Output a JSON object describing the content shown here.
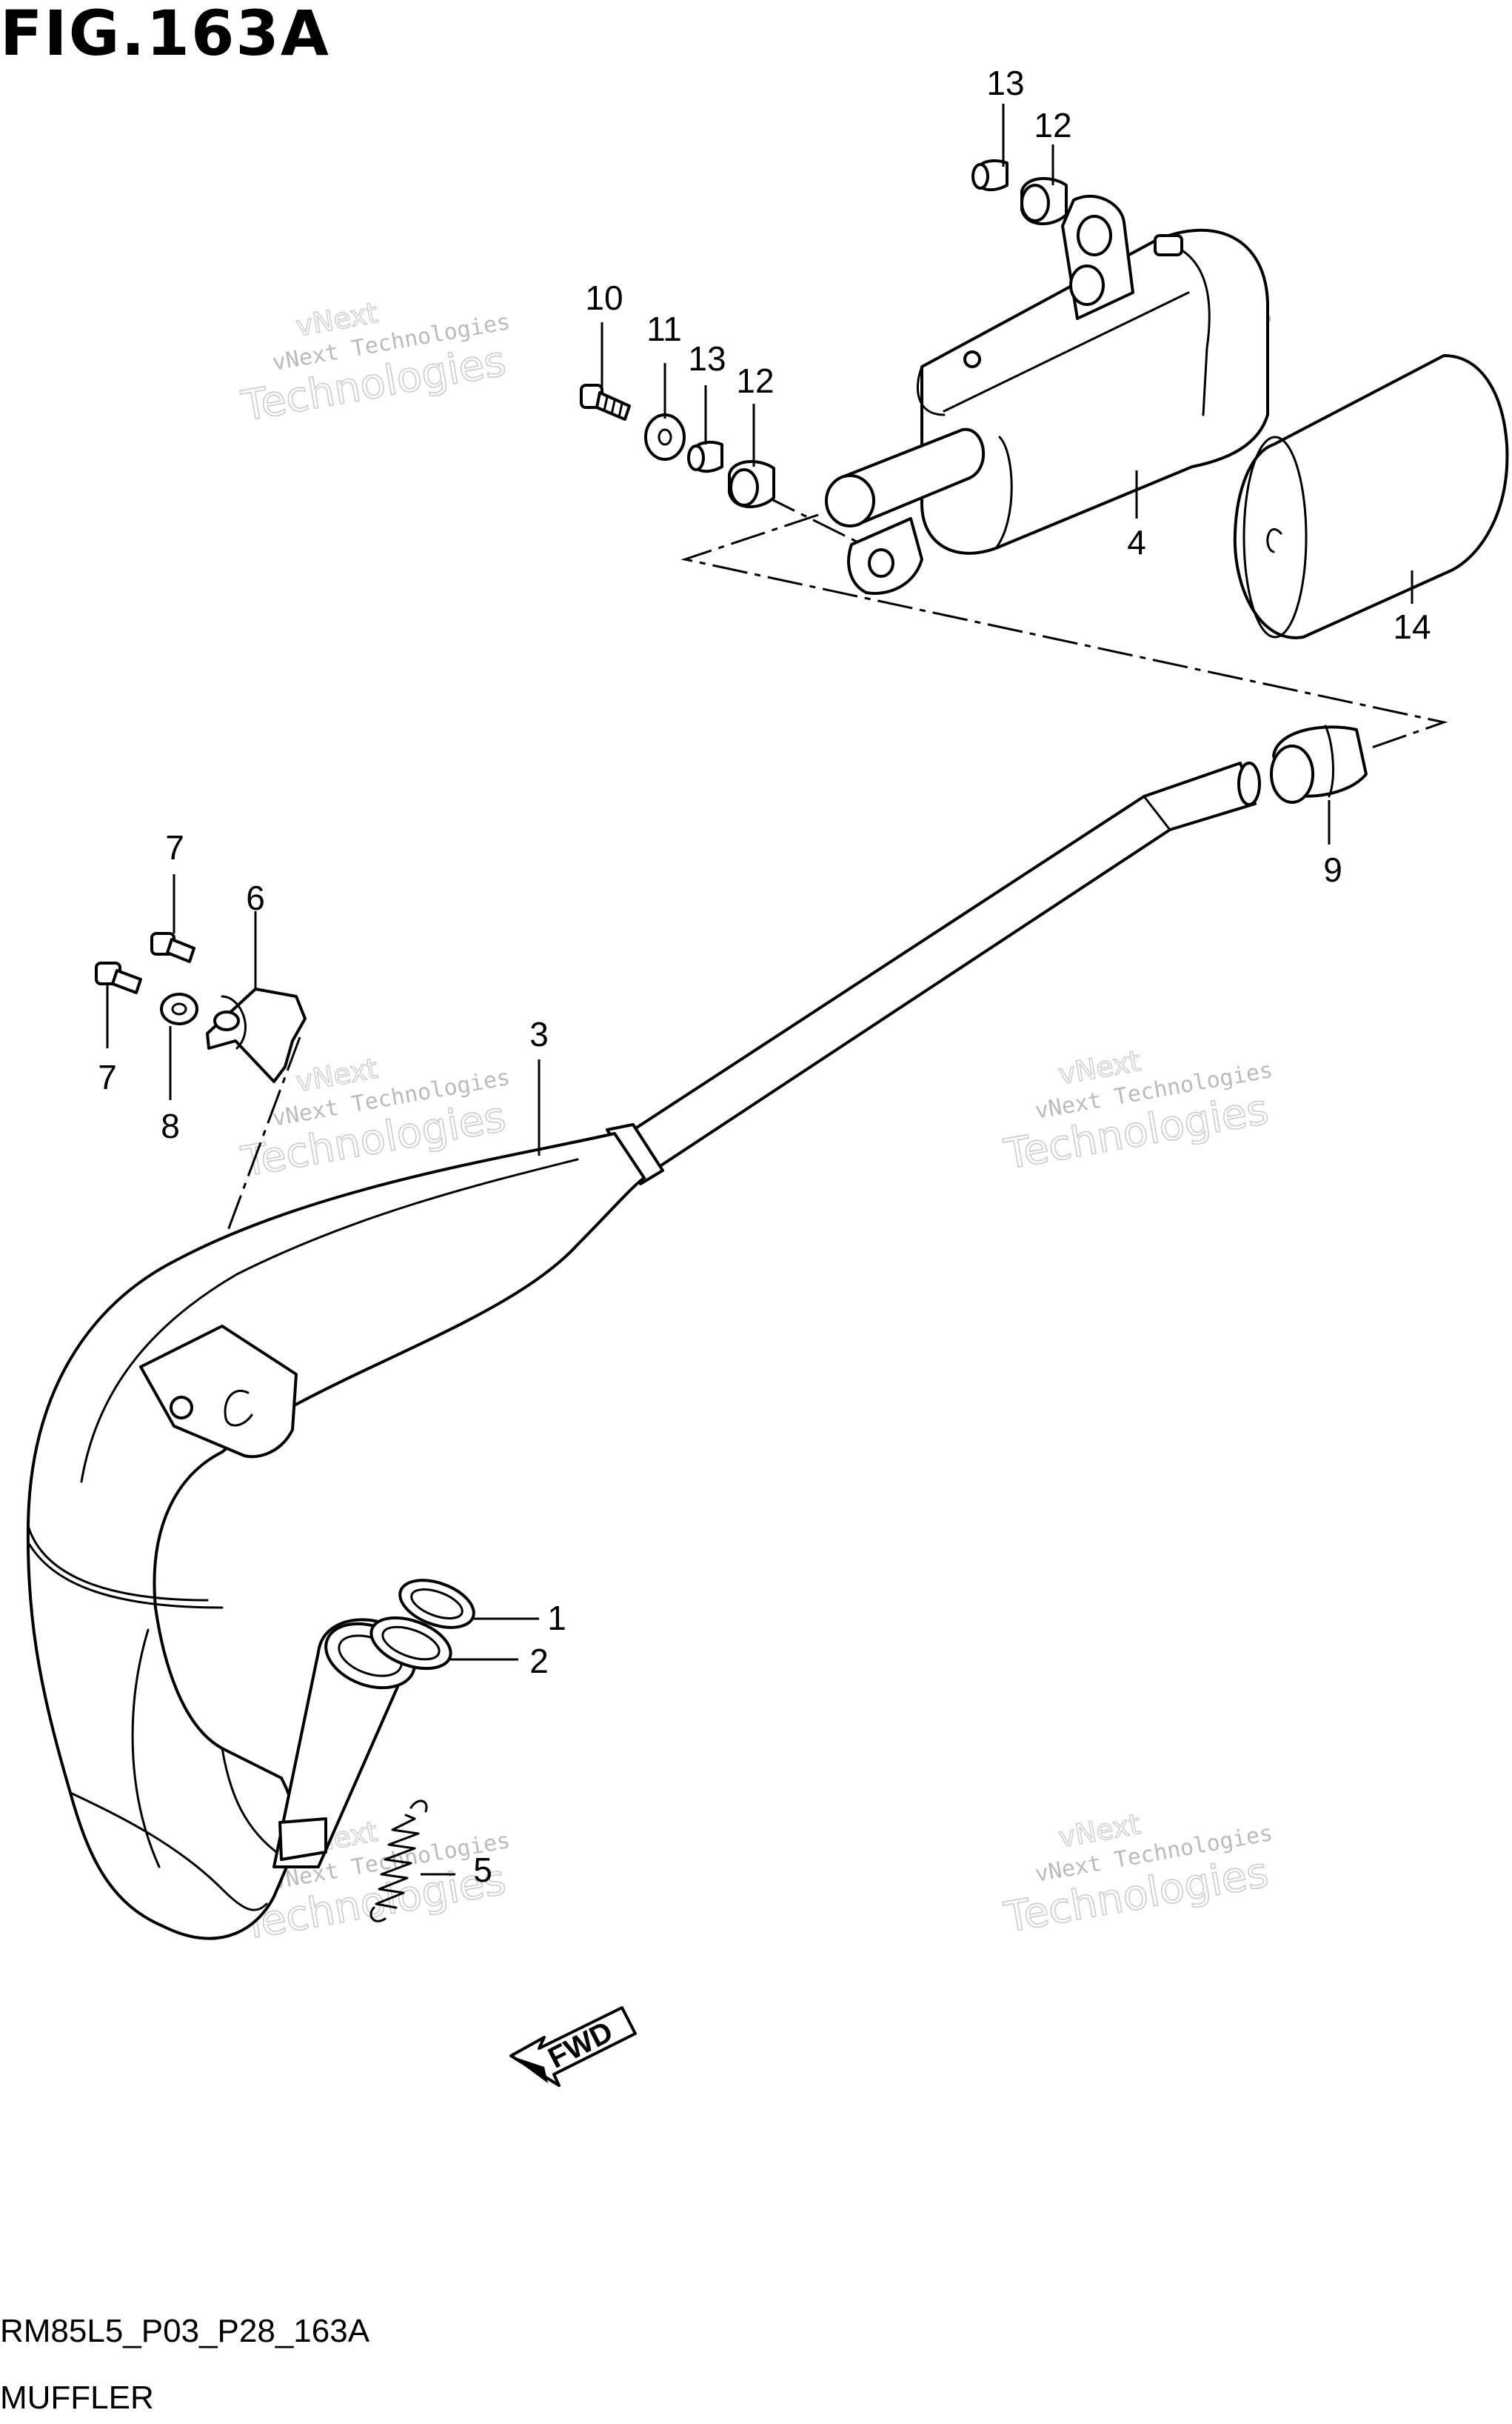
{
  "figure": {
    "title": "FIG.163A",
    "code": "RM85L5_P03_P28_163A",
    "name": "MUFFLER"
  },
  "direction_arrow": {
    "label": "FWD"
  },
  "watermark": {
    "line1": "vNext Technologies",
    "line2": "Technologies",
    "line3": "vNext"
  },
  "callouts": {
    "c1": "1",
    "c2": "2",
    "c3": "3",
    "c4": "4",
    "c5": "5",
    "c6": "6",
    "c7a": "7",
    "c7b": "7",
    "c8": "8",
    "c9": "9",
    "c10": "10",
    "c11": "11",
    "c12a": "12",
    "c12b": "12",
    "c13a": "13",
    "c13b": "13",
    "c14": "14"
  }
}
